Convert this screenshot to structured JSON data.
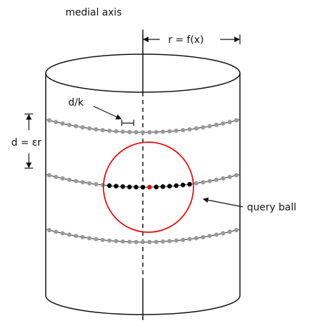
{
  "labels": {
    "axis": "medial axis",
    "radius": "r = f(x)",
    "spacing": "d/k",
    "ring_gap": "d = εr",
    "ball": "query ball"
  },
  "colors": {
    "outline": "#111111",
    "sample_gray": "#999999",
    "sample_black": "#000000",
    "highlight_red": "#e01010"
  }
}
